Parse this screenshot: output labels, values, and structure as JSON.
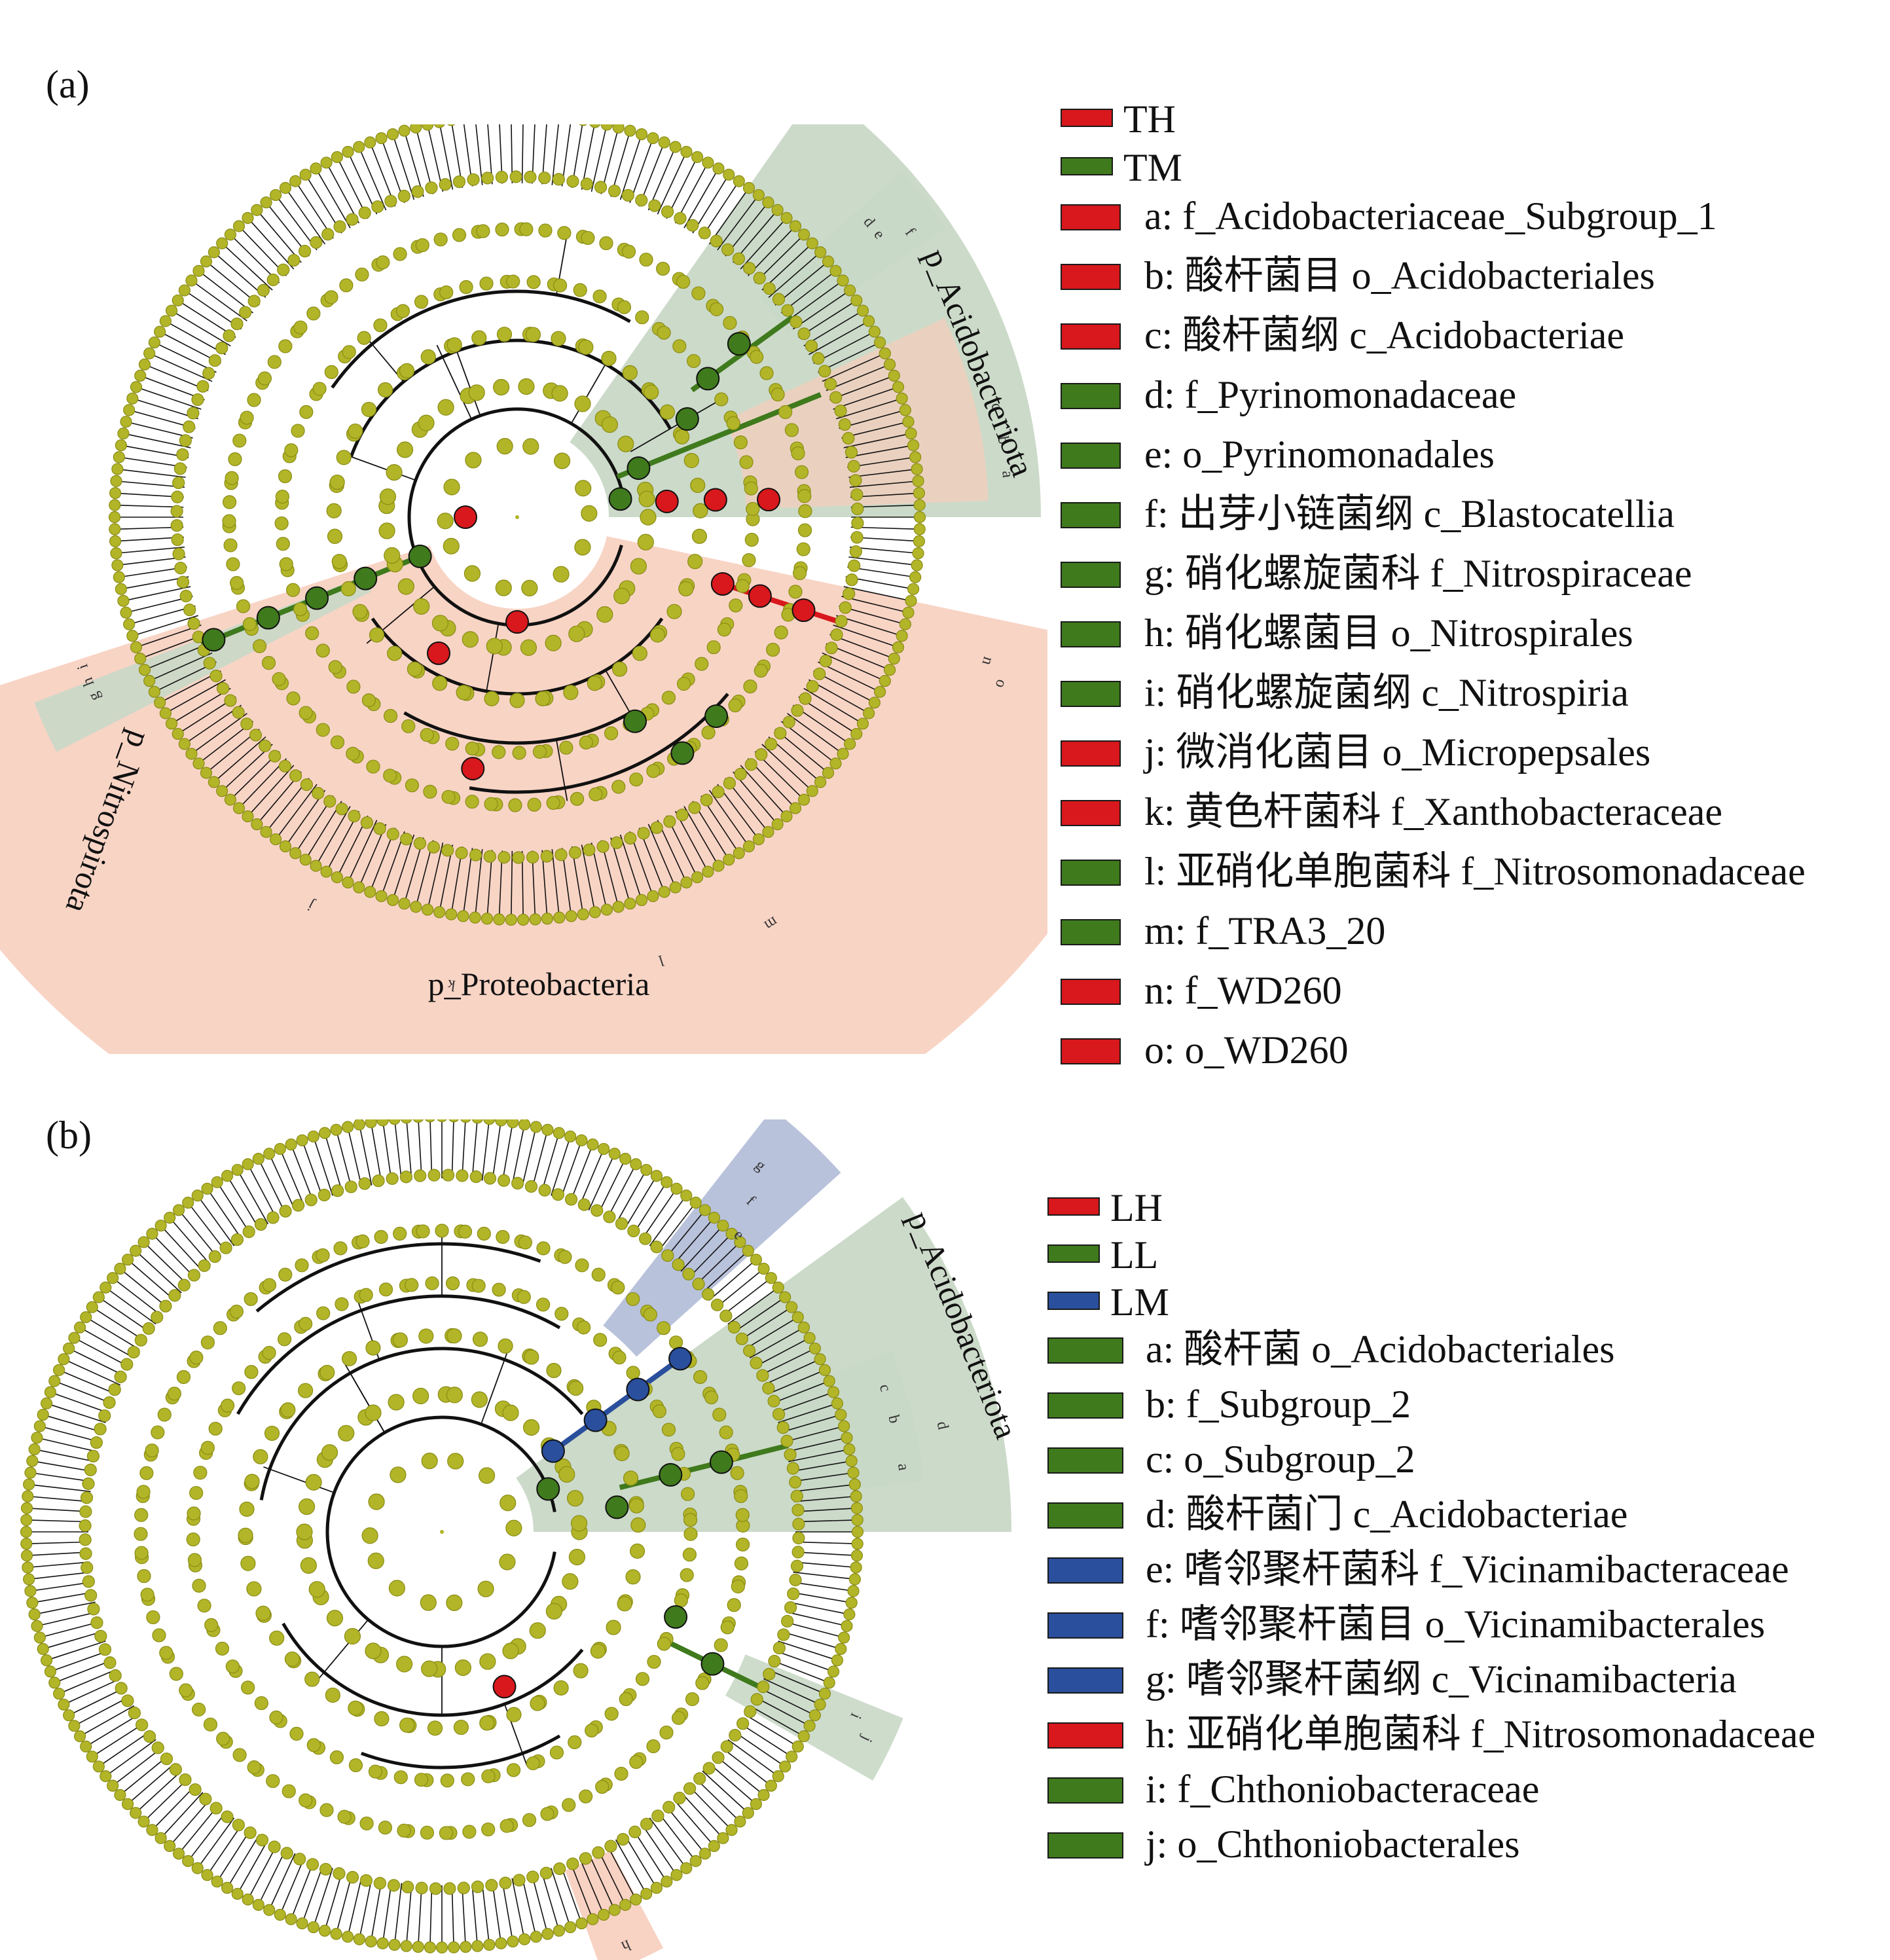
{
  "colors": {
    "node": "#b2b527",
    "node_stroke": "#8a8c14",
    "red": "#d8181c",
    "green": "#3f7a1d",
    "blue": "#2a4f9c",
    "sector_green": "#c9d8c6",
    "sector_red": "#f7cdbb",
    "sector_blue": "#b5bfd9",
    "branch": "#111111"
  },
  "panels": [
    {
      "panel_label": "(a)",
      "clade_labels": {
        "acido": "p_Acidobacteriota",
        "nitro": "p_Nitrospirota",
        "proteo": "p_Proteobacteria"
      },
      "highlight_letters": [
        "a",
        "b",
        "c",
        "d",
        "e",
        "f",
        "g",
        "h",
        "i",
        "j",
        "k",
        "l",
        "m",
        "n",
        "o"
      ],
      "groups": [
        {
          "name": "TH",
          "color": "#d8181c"
        },
        {
          "name": "TM",
          "color": "#3f7a1d"
        }
      ],
      "taxa": [
        {
          "label": "a: f_Acidobacteriaceae_Subgroup_1",
          "color": "#d8181c"
        },
        {
          "label": "b: 酸杆菌目 o_Acidobacteriales",
          "color": "#d8181c"
        },
        {
          "label": "c: 酸杆菌纲 c_Acidobacteriae",
          "color": "#d8181c"
        },
        {
          "label": "d: f_Pyrinomonadaceae",
          "color": "#3f7a1d"
        },
        {
          "label": "e: o_Pyrinomonadales",
          "color": "#3f7a1d"
        },
        {
          "label": "f: 出芽小链菌纲 c_Blastocatellia",
          "color": "#3f7a1d"
        },
        {
          "label": "g: 硝化螺旋菌科 f_Nitrospiraceae",
          "color": "#3f7a1d"
        },
        {
          "label": "h: 硝化螺菌目 o_Nitrospirales",
          "color": "#3f7a1d"
        },
        {
          "label": "i: 硝化螺旋菌纲 c_Nitrospiria",
          "color": "#3f7a1d"
        },
        {
          "label": "j: 微消化菌目 o_Micropepsales",
          "color": "#d8181c"
        },
        {
          "label": "k: 黄色杆菌科 f_Xanthobacteraceae",
          "color": "#d8181c"
        },
        {
          "label": "l: 亚硝化单胞菌科 f_Nitrosomonadaceae",
          "color": "#3f7a1d"
        },
        {
          "label": "m: f_TRA3_20",
          "color": "#3f7a1d"
        },
        {
          "label": "n: f_WD260",
          "color": "#d8181c"
        },
        {
          "label": "o: o_WD260",
          "color": "#d8181c"
        }
      ]
    },
    {
      "panel_label": "(b)",
      "clade_labels": {
        "acido": "p_Acidobacteriota"
      },
      "highlight_letters": [
        "a",
        "b",
        "c",
        "d",
        "e",
        "f",
        "g",
        "h",
        "i",
        "j"
      ],
      "groups": [
        {
          "name": "LH",
          "color": "#d8181c"
        },
        {
          "name": "LL",
          "color": "#3f7a1d"
        },
        {
          "name": "LM",
          "color": "#2a4f9c"
        }
      ],
      "taxa": [
        {
          "label": "a: 酸杆菌 o_Acidobacteriales",
          "color": "#3f7a1d"
        },
        {
          "label": "b: f_Subgroup_2",
          "color": "#3f7a1d"
        },
        {
          "label": "c: o_Subgroup_2",
          "color": "#3f7a1d"
        },
        {
          "label": "d: 酸杆菌门 c_Acidobacteriae",
          "color": "#3f7a1d"
        },
        {
          "label": "e: 嗜邻聚杆菌科 f_Vicinamibacteraceae",
          "color": "#2a4f9c"
        },
        {
          "label": "f: 嗜邻聚杆菌目 o_Vicinamibacterales",
          "color": "#2a4f9c"
        },
        {
          "label": "g: 嗜邻聚杆菌纲 c_Vicinamibacteria",
          "color": "#2a4f9c"
        },
        {
          "label": "h: 亚硝化单胞菌科 f_Nitrosomonadaceae",
          "color": "#d8181c"
        },
        {
          "label": "i: f_Chthoniobacteraceae",
          "color": "#3f7a1d"
        },
        {
          "label": "j: o_Chthoniobacterales",
          "color": "#3f7a1d"
        }
      ]
    }
  ]
}
